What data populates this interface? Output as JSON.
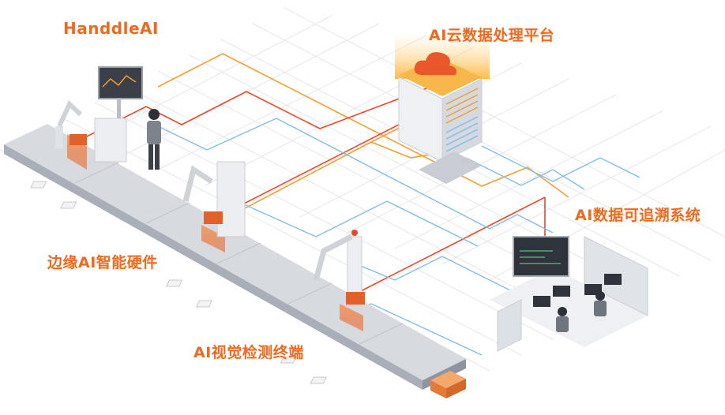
{
  "labels": {
    "brand": "HanddleAI",
    "cloud_platform": "AI云数据处理平台",
    "traceability_system": "AI数据可追溯系统",
    "edge_hardware": "边缘AI智能硬件",
    "vision_terminal": "AI视觉检测终端"
  },
  "colors": {
    "accent_orange": "#ee6a1e",
    "link_orange": "#f0a030",
    "link_red": "#e8482a",
    "link_blue": "#7fbde8",
    "grid": "#e4e6ea",
    "conveyor": "#d7dadf"
  }
}
